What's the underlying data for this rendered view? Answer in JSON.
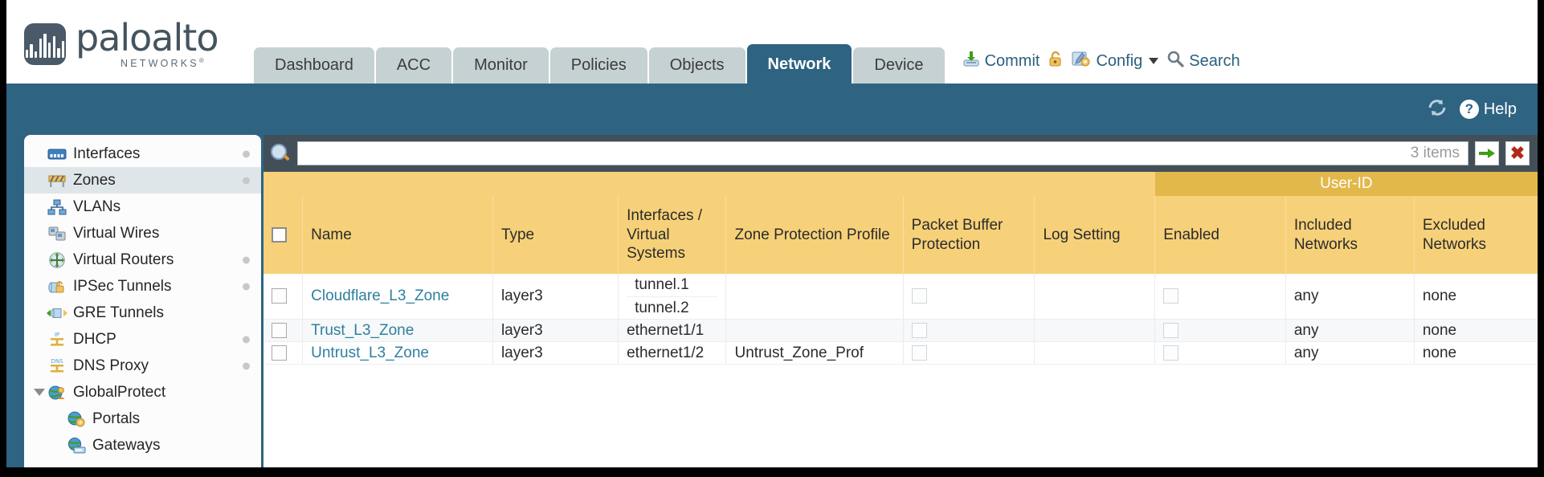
{
  "brand": {
    "name": "paloalto",
    "sub": "NETWORKS",
    "sub_mark": "®"
  },
  "nav_tabs": [
    {
      "label": "Dashboard",
      "active": false
    },
    {
      "label": "ACC",
      "active": false
    },
    {
      "label": "Monitor",
      "active": false
    },
    {
      "label": "Policies",
      "active": false
    },
    {
      "label": "Objects",
      "active": false
    },
    {
      "label": "Network",
      "active": true
    },
    {
      "label": "Device",
      "active": false
    }
  ],
  "toptools": {
    "commit": "Commit",
    "config": "Config",
    "search": "Search",
    "lock_icon": "padlock-icon",
    "commit_icon": "commit-save-icon",
    "config_icon": "config-wrench-icon",
    "search_icon": "search-magnifier-icon",
    "caret_icon": "chevron-down-icon"
  },
  "blueband": {
    "refresh_icon": "refresh-icon",
    "help": "Help",
    "help_icon": "help-question-icon"
  },
  "sidebar": {
    "items": [
      {
        "label": "Interfaces",
        "icon": "interfaces-icon",
        "selected": false,
        "dot": true,
        "child": false,
        "twisty": false
      },
      {
        "label": "Zones",
        "icon": "zones-barrier-icon",
        "selected": true,
        "dot": true,
        "child": false,
        "twisty": false
      },
      {
        "label": "VLANs",
        "icon": "vlans-network-icon",
        "selected": false,
        "dot": false,
        "child": false,
        "twisty": false
      },
      {
        "label": "Virtual Wires",
        "icon": "virtual-wires-icon",
        "selected": false,
        "dot": false,
        "child": false,
        "twisty": false
      },
      {
        "label": "Virtual Routers",
        "icon": "virtual-routers-icon",
        "selected": false,
        "dot": true,
        "child": false,
        "twisty": false
      },
      {
        "label": "IPSec Tunnels",
        "icon": "ipsec-tunnels-lock-icon",
        "selected": false,
        "dot": true,
        "child": false,
        "twisty": false
      },
      {
        "label": "GRE Tunnels",
        "icon": "gre-tunnels-icon",
        "selected": false,
        "dot": false,
        "child": false,
        "twisty": false
      },
      {
        "label": "DHCP",
        "icon": "dhcp-icon",
        "selected": false,
        "dot": true,
        "child": false,
        "twisty": false
      },
      {
        "label": "DNS Proxy",
        "icon": "dns-proxy-icon",
        "selected": false,
        "dot": true,
        "child": false,
        "twisty": false
      },
      {
        "label": "GlobalProtect",
        "icon": "globalprotect-icon",
        "selected": false,
        "dot": false,
        "child": false,
        "twisty": true
      },
      {
        "label": "Portals",
        "icon": "portals-icon",
        "selected": false,
        "dot": false,
        "child": true,
        "twisty": false
      },
      {
        "label": "Gateways",
        "icon": "gateways-icon",
        "selected": false,
        "dot": false,
        "child": true,
        "twisty": false
      }
    ]
  },
  "search": {
    "value": "",
    "placeholder": "",
    "item_count": "3 items",
    "apply_icon": "green-arrow-apply-icon",
    "clear_icon": "red-x-clear-icon"
  },
  "table": {
    "group_header": "User-ID",
    "columns": [
      "Name",
      "Type",
      "Interfaces / Virtual Systems",
      "Zone Protection Profile",
      "Packet Buffer Protection",
      "Log Setting",
      "Enabled",
      "Included Networks",
      "Excluded Networks"
    ],
    "rows": [
      {
        "selected": false,
        "name": "Cloudflare_L3_Zone",
        "type": "layer3",
        "interfaces": [
          "tunnel.1",
          "tunnel.2"
        ],
        "zone_protection_profile": "",
        "packet_buffer_protection": false,
        "log_setting": "",
        "userid_enabled": false,
        "included_networks": "any",
        "excluded_networks": "none"
      },
      {
        "selected": false,
        "name": "Trust_L3_Zone",
        "type": "layer3",
        "interfaces": [
          "ethernet1/1"
        ],
        "zone_protection_profile": "",
        "packet_buffer_protection": false,
        "log_setting": "",
        "userid_enabled": false,
        "included_networks": "any",
        "excluded_networks": "none"
      },
      {
        "selected": false,
        "name": "Untrust_L3_Zone",
        "type": "layer3",
        "interfaces": [
          "ethernet1/2"
        ],
        "zone_protection_profile": "Untrust_Zone_Prof",
        "packet_buffer_protection": false,
        "log_setting": "",
        "userid_enabled": false,
        "included_networks": "any",
        "excluded_networks": "none"
      }
    ]
  },
  "colors": {
    "brand_blue": "#2e6382",
    "header_yellow": "#f7d179",
    "group_yellow": "#e2b84b",
    "link_blue": "#2f7f9e",
    "panel_dark": "#434f58"
  }
}
